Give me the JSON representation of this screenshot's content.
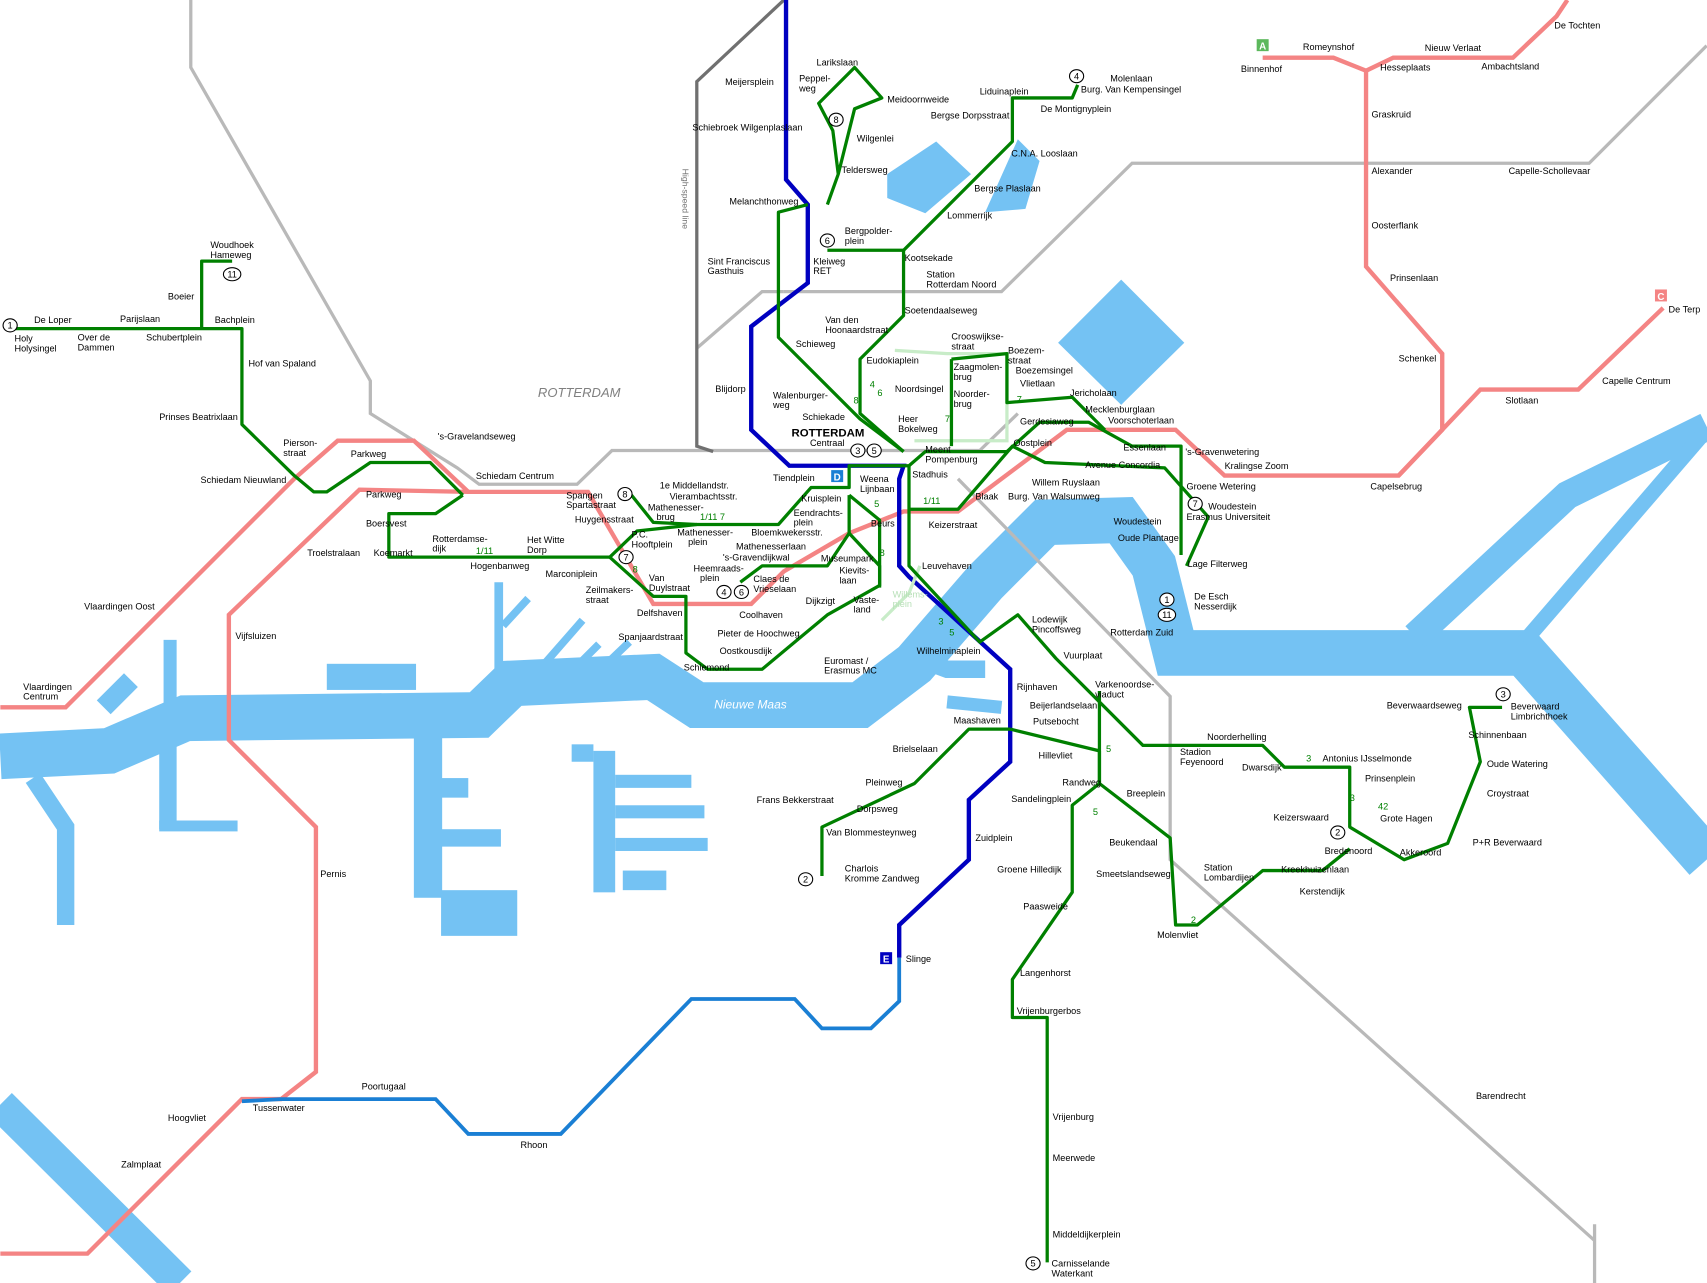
{
  "map": {
    "area_label": "ROTTERDAM",
    "river_label": "Nieuwe Maas",
    "high_speed_label": "High-speed line"
  },
  "colors": {
    "water": "#74c2f3",
    "rail": "#b9b9b9",
    "metro_pink": "#f48484",
    "metro_blue": "#0000c0",
    "metro_e": "#1a7fd4",
    "tram": "#008000",
    "tram_pale": "#c8ecc8"
  },
  "line_badges": [
    {
      "text": "A",
      "color": "#5cb85c"
    },
    {
      "text": "C",
      "color": "#f48484"
    },
    {
      "text": "D",
      "color": "#1a7fd4"
    },
    {
      "text": "E",
      "color": "#0000c0"
    }
  ],
  "line_numbers": [
    "1",
    "11",
    "8",
    "4",
    "6",
    "8",
    "3",
    "5",
    "7",
    "4",
    "6",
    "7",
    "1",
    "11",
    "3",
    "2",
    "2",
    "5"
  ],
  "track_labels": [
    "1/11  7",
    "1/11",
    "5",
    "1/11",
    "8",
    "8",
    "7",
    "7",
    "3",
    "5",
    "5",
    "5",
    "3",
    "2",
    "3",
    "42",
    "8",
    "4",
    "6"
  ],
  "stations": [
    [
      "De Tochten"
    ],
    [
      "Romeynshof"
    ],
    [
      "Binnenhof"
    ],
    [
      "Nieuw Verlaat"
    ],
    [
      "Hesseplaats"
    ],
    [
      "Ambachtsland"
    ],
    [
      "Graskruid"
    ],
    [
      "Alexander"
    ],
    [
      "Capelle-Schollevaar"
    ],
    [
      "Oosterflank"
    ],
    [
      "Prinsenlaan"
    ],
    [
      "De Terp"
    ],
    [
      "Schenkel"
    ],
    [
      "Capelle Centrum"
    ],
    [
      "Slotlaan"
    ],
    [
      "Kralingse Zoom"
    ],
    [
      "Capelsebrug"
    ],
    [
      "'s-Gravenwetering"
    ],
    [
      "Groene Wetering"
    ],
    [
      "Woudestein"
    ],
    [
      "Erasmus Universiteit"
    ],
    [
      "Larikslaan"
    ],
    [
      "Peppel-",
      "weg"
    ],
    [
      "Meijersplein"
    ],
    [
      "Meidoornweide"
    ],
    [
      "Schiebroek Wilgenplaslaan"
    ],
    [
      "Wilgenlei"
    ],
    [
      "Teldersweg"
    ],
    [
      "Melanchthonweg"
    ],
    [
      "Liduinaplein"
    ],
    [
      "Molenlaan"
    ],
    [
      "Burg. Van Kempensingel"
    ],
    [
      "De Montignyplein"
    ],
    [
      "Bergse Dorpsstraat"
    ],
    [
      "C.N.A. Looslaan"
    ],
    [
      "Bergse Plaslaan"
    ],
    [
      "Lommerrijk"
    ],
    [
      "Bergpolder-",
      "plein"
    ],
    [
      "Sint Franciscus",
      "Gasthuis"
    ],
    [
      "Kleiweg",
      "RET"
    ],
    [
      "Kootsekade"
    ],
    [
      "Station",
      "Rotterdam Noord"
    ],
    [
      "Soetendaalseweg"
    ],
    [
      "Van den",
      "Hoonaardstraat"
    ],
    [
      "Schieweg"
    ],
    [
      "Eudokiaplein"
    ],
    [
      "Blijdorp"
    ],
    [
      "Noordsingel"
    ],
    [
      "Walenburger-",
      "weg"
    ],
    [
      "Schiekade"
    ],
    [
      "Heer",
      "Bokelweg"
    ],
    [
      "ROTTERDAM"
    ],
    [
      "Centraal"
    ],
    [
      "Crooswijkse-",
      "straat"
    ],
    [
      "Boezem-",
      "straat"
    ],
    [
      "Zaagmolen-",
      "brug"
    ],
    [
      "Boezemsingel"
    ],
    [
      "Vlietlaan"
    ],
    [
      "Noorder-",
      "brug"
    ],
    [
      "Jericholaan"
    ],
    [
      "Mecklenburglaan"
    ],
    [
      "Voorschoterlaan"
    ],
    [
      "Gerdesiaweg"
    ],
    [
      "Meent",
      "Pompenburg"
    ],
    [
      "Oostplein"
    ],
    [
      "Essenlaan"
    ],
    [
      "Avenue Concordia"
    ],
    [
      "Stadhuis"
    ],
    [
      "Tiendplein"
    ],
    [
      "Weena",
      "Lijnbaan"
    ],
    [
      "Willem Ruyslaan"
    ],
    [
      "Burg. Van Walsumweg"
    ],
    [
      "Blaak"
    ],
    [
      "1e Middellandstr."
    ],
    [
      "Vierambachtsstr."
    ],
    [
      "Spangen",
      "Spartastraat"
    ],
    [
      "Mathenesser-",
      "brug"
    ],
    [
      "Kruisplein"
    ],
    [
      "Eendrachts-",
      "plein"
    ],
    [
      "Huygensstraat"
    ],
    [
      "Beurs"
    ],
    [
      "Keizerstraat"
    ],
    [
      "Woudestein"
    ],
    [
      "Oude Plantage"
    ],
    [
      "Boersvest"
    ],
    [
      "Bloemkwekersstr."
    ],
    [
      "P.C.",
      "Hooftplein"
    ],
    [
      "Mathenesser-",
      "plein"
    ],
    [
      "Rotterdamse-",
      "dijk"
    ],
    [
      "Het Witte",
      "Dorp"
    ],
    [
      "Mathenesserlaan"
    ],
    [
      "'s-Gravendijkwal"
    ],
    [
      "Koemarkt"
    ],
    [
      "Hogenbanweg"
    ],
    [
      "Museumpark"
    ],
    [
      "Leuvehaven"
    ],
    [
      "Lage Filterweg"
    ],
    [
      "Heemraads-",
      "plein"
    ],
    [
      "Kievits-",
      "laan"
    ],
    [
      "Marconiplein"
    ],
    [
      "Claes de",
      "Vrieselaan"
    ],
    [
      "Van",
      "Duylstraat"
    ],
    [
      "Dijkzigt"
    ],
    [
      "Zeilmakers-",
      "straat"
    ],
    [
      "Vaste-",
      "land"
    ],
    [
      "Willems-",
      "plein"
    ],
    [
      "De Esch",
      "Nesserdijk"
    ],
    [
      "Delfshaven"
    ],
    [
      "Coolhaven"
    ],
    [
      "Lodewijk",
      "Pincoffsweg"
    ],
    [
      "Rotterdam Zuid"
    ],
    [
      "Spanjaardstraat"
    ],
    [
      "Pieter de Hoochweg"
    ],
    [
      "Oostkousdijk"
    ],
    [
      "Wilhelminaplein"
    ],
    [
      "Vuurplaat"
    ],
    [
      "Euromast /",
      "Erasmus MC"
    ],
    [
      "Schiemond"
    ],
    [
      "Rijnhaven"
    ],
    [
      "Varkenoordse-",
      "viaduct"
    ],
    [
      "Beijerlandselaan"
    ],
    [
      "Beverwaardseweg"
    ],
    [
      "Beverwaard",
      "Limbrichthoek"
    ],
    [
      "Putsebocht"
    ],
    [
      "Maashaven"
    ],
    [
      "Schinnenbaan"
    ],
    [
      "Noorderhelling"
    ],
    [
      "Stadion",
      "Feyenoord"
    ],
    [
      "Brielselaan"
    ],
    [
      "Hillevliet"
    ],
    [
      "Antonius IJsselmonde"
    ],
    [
      "Dwarsdijk"
    ],
    [
      "Oude Watering"
    ],
    [
      "Prinsenplein"
    ],
    [
      "Randweg"
    ],
    [
      "Pleinweg"
    ],
    [
      "Breeplein"
    ],
    [
      "Croystraat"
    ],
    [
      "Sandelingplein"
    ],
    [
      "Frans Bekkerstraat"
    ],
    [
      "Dorpsweg"
    ],
    [
      "Keizerswaard"
    ],
    [
      "Grote Hagen"
    ],
    [
      "Van Blommesteynweg"
    ],
    [
      "Zuidplein"
    ],
    [
      "Beukendaal"
    ],
    [
      "P+R Beverwaard"
    ],
    [
      "Bredenoord"
    ],
    [
      "Akkeroord"
    ],
    [
      "Charlois",
      "Kromme Zandweg"
    ],
    [
      "Groene Hilledijk"
    ],
    [
      "Station",
      "Lombardijen"
    ],
    [
      "Kreekhuizenlaan"
    ],
    [
      "Smeetslandseweg"
    ],
    [
      "Kerstendijk"
    ],
    [
      "Paasweide"
    ],
    [
      "Molenvliet"
    ],
    [
      "Slinge"
    ],
    [
      "Langenhorst"
    ],
    [
      "Vrijenburgerbos"
    ],
    [
      "Vrijenburg"
    ],
    [
      "Meerwede"
    ],
    [
      "Middeldijkerplein"
    ],
    [
      "Carnisselande",
      "Waterkant"
    ],
    [
      "Barendrecht"
    ],
    [
      "Poortugaal"
    ],
    [
      "Tussenwater"
    ],
    [
      "Hoogvliet"
    ],
    [
      "Rhoon"
    ],
    [
      "Zalmplaat"
    ],
    [
      "Pernis"
    ],
    [
      "Vijfsluizen"
    ],
    [
      "Vlaardingen Oost"
    ],
    [
      "Vlaardingen",
      "Centrum"
    ],
    [
      "Troelstralaan"
    ],
    [
      "Schiedam Centrum"
    ],
    [
      "Schiedam Nieuwland"
    ],
    [
      "Parkweg"
    ],
    [
      "Parkweg"
    ],
    [
      "Pierson-",
      "straat"
    ],
    [
      "'s-Gravelandseweg"
    ],
    [
      "Prinses Beatrixlaan"
    ],
    [
      "Hof van Spaland"
    ],
    [
      "Woudhoek",
      "Hameweg"
    ],
    [
      "Boeier"
    ],
    [
      "Bachplein"
    ],
    [
      "Parijslaan"
    ],
    [
      "Schubertplein"
    ],
    [
      "De Loper"
    ],
    [
      "Over de",
      "Dammen"
    ],
    [
      "Holy",
      "Holysingel"
    ]
  ]
}
